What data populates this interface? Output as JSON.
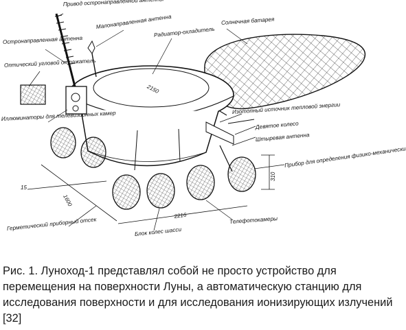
{
  "figure": {
    "labels": {
      "antenna_drive": "Привод остронаправленной антенны",
      "low_gain_antenna": "Малонаправленная антенна",
      "radiator": "Радиатор-охладитель",
      "solar_battery": "Солнечная батарея",
      "directional_antenna": "Остронаправленная антенна",
      "optical_sensor": "Оптический угловой отражатель",
      "tv_illuminators": "Иллюминаторы для телевизионных камер",
      "isotope_source": "Изотопный источник тепловой энергии",
      "ninth_wheel": "Девятое колесо",
      "rod_antenna": "Штыревая антенна",
      "soil_device": "Прибор для определения физико-механических свойств грунта",
      "pressurized_compartment": "Герметический приборный отсек",
      "wheel_block": "Блок колес шасси",
      "telephotometers": "Телефотокамеры"
    },
    "dimensions": {
      "top_diameter": "2150",
      "track_width": "1600",
      "wheelbase": "2216",
      "ground_clearance": "310",
      "wheel_count": "15"
    }
  },
  "caption": "Рис. 1. Луноход-1 представлял собой не просто устройство для перемещения на поверхности Луны, а автоматическую станцию для исследования поверхности и для исследования ионизирующих излучений [32]"
}
